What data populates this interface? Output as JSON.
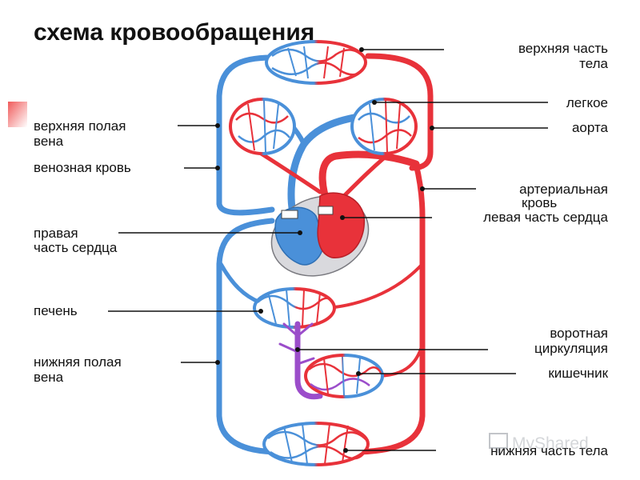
{
  "title": "схема кровообращения",
  "labels": {
    "upper_body_1": "верхняя часть",
    "upper_body_2": "тела",
    "lung": "легкое",
    "aorta": "аорта",
    "arterial_1": "артериальная",
    "arterial_2": "кровь",
    "left_heart": "левая часть сердца",
    "portal_1": "воротная",
    "portal_2": "циркуляция",
    "intestine": "кишечник",
    "lower_body": "нижняя часть тела",
    "svc_1": "верхняя полая",
    "svc_2": "вена",
    "venous": "венозная кровь",
    "right_heart_1": "правая",
    "right_heart_2": "часть сердца",
    "liver": "печень",
    "ivc_1": "нижняя полая",
    "ivc_2": "вена"
  },
  "watermark": "MyShared",
  "colors": {
    "vein": "#4a90d9",
    "artery": "#e8323a",
    "portal": "#9b4dca",
    "heart_sac": "#d9d9dd",
    "accent": "#f05a5a"
  }
}
